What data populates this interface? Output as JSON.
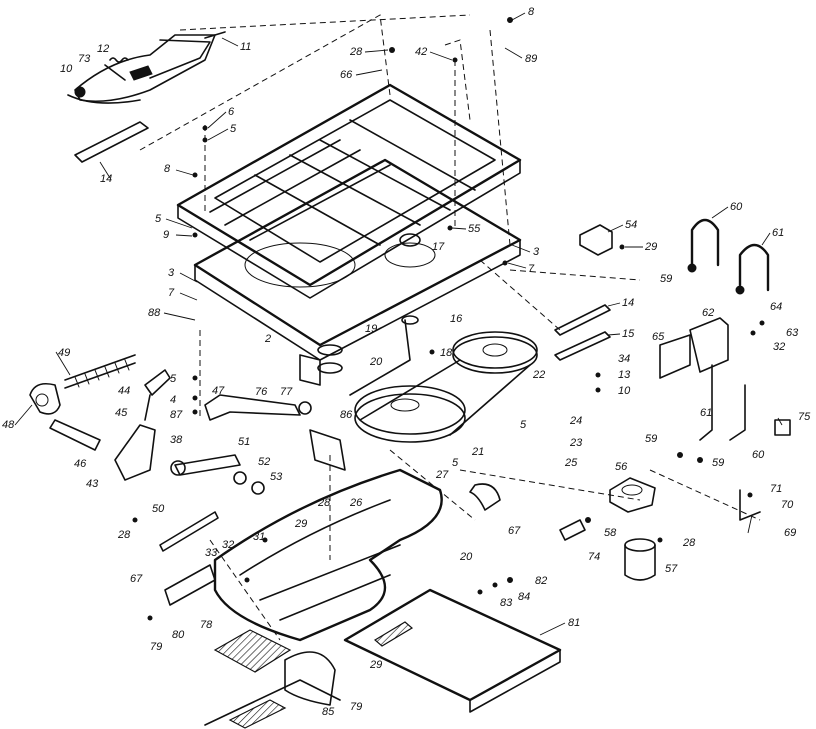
{
  "diagram": {
    "line_color": "#111111",
    "background": "#ffffff",
    "callouts": [
      "8",
      "11",
      "28",
      "42",
      "89",
      "66",
      "12",
      "73",
      "10",
      "6",
      "5",
      "14",
      "8",
      "5",
      "9",
      "55",
      "17",
      "3",
      "7",
      "54",
      "29",
      "60",
      "61",
      "3",
      "7",
      "88",
      "2",
      "19",
      "16",
      "18",
      "20",
      "22",
      "14",
      "15",
      "34",
      "13",
      "10",
      "62",
      "65",
      "64",
      "63",
      "32",
      "59",
      "49",
      "44",
      "45",
      "5",
      "4",
      "87",
      "47",
      "76",
      "77",
      "86",
      "24",
      "23",
      "25",
      "5",
      "21",
      "27",
      "61",
      "60",
      "59",
      "59",
      "75",
      "48",
      "46",
      "43",
      "38",
      "51",
      "52",
      "53",
      "50",
      "28",
      "26",
      "28",
      "67",
      "56",
      "58",
      "74",
      "57",
      "28",
      "71",
      "70",
      "69",
      "67",
      "31",
      "29",
      "32",
      "33",
      "78",
      "79",
      "80",
      "85",
      "79",
      "29",
      "20",
      "82",
      "84",
      "83",
      "81",
      "5"
    ]
  }
}
